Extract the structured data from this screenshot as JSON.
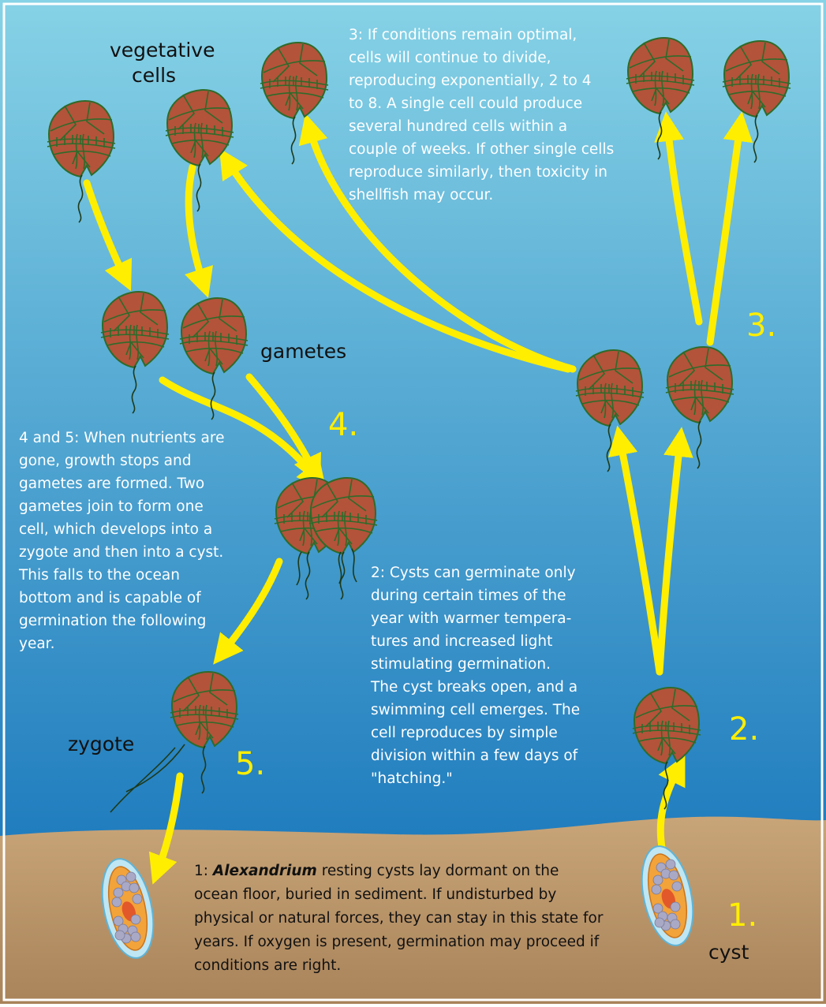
{
  "colors": {
    "water_top": "#86d2e6",
    "water_bottom": "#0c6cb6",
    "sediment_top": "#c8a578",
    "sediment_bottom": "#a9835a",
    "arrow": "#ffee00",
    "cell": "#b3533a",
    "cell_outline": "#2e6b2a",
    "cyst_halo": "#bfe6f3",
    "cyst_body": "#f2a33a"
  },
  "labels": {
    "vegetative_line1": "vegetative",
    "vegetative_line2": "cells",
    "gametes": "gametes",
    "zygote": "zygote",
    "cyst": "cyst"
  },
  "stage_numbers": {
    "s1": "1.",
    "s2": "2.",
    "s3": "3.",
    "s4": "4.",
    "s5": "5."
  },
  "paragraphs": {
    "p3": [
      "3: If conditions remain optimal,",
      "cells will continue to divide,",
      "reproducing exponentially, 2 to 4",
      "to 8. A single cell could produce",
      "several hundred cells within a",
      "couple of weeks. If other single cells",
      "reproduce similarly, then toxicity in",
      "shellfish may occur."
    ],
    "p45": [
      "4 and 5: When nutrients are",
      "gone, growth stops and",
      "gametes are formed. Two",
      "gametes join to form one",
      "cell, which develops into a",
      "zygote and then into a cyst.",
      "This falls to the ocean",
      "bottom and is capable of",
      "germination the following",
      "year."
    ],
    "p2": [
      "2: Cysts can germinate only",
      "during certain times of the",
      "year with warmer tempera-",
      "tures and increased light",
      "stimulating germination.",
      "The cyst breaks open, and a",
      "swimming cell emerges. The",
      "cell reproduces by simple",
      "division within a few days of",
      "\"hatching.\""
    ],
    "p1_prefix": "1: ",
    "p1_bold": "Alexandrium",
    "p1_line1_rest": " resting cysts lay dormant on the",
    "p1_rest": [
      "ocean floor, buried in sediment. If undisturbed by",
      "physical or natural forces, they can stay in this state for",
      "years. If oxygen is present, germination may proceed if",
      "conditions are right."
    ]
  }
}
